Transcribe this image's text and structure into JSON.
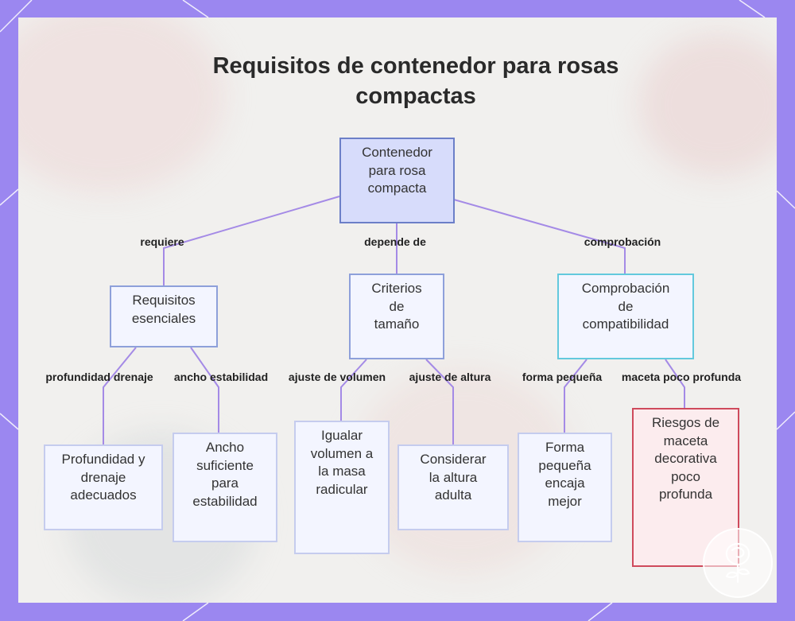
{
  "title": "Requisitos de contenedor para rosas compactas",
  "nodes": {
    "root": "Contenedor para rosa compacta",
    "req": "Requisitos esenciales",
    "crit": "Criterios de tamaño",
    "comp": "Comprobación de compatibilidad",
    "prof": "Profundidad y drenaje adecuados",
    "ancho": "Ancho suficiente para estabilidad",
    "igual": "Igualar volumen a la masa radicular",
    "alt": "Considerar la altura adulta",
    "forma": "Forma pequeña encaja mejor",
    "riesgo": "Riesgos de maceta decorativa poco profunda"
  },
  "edge_labels": {
    "requiere": "requiere",
    "depende": "depende de",
    "comprobacion": "comprobación",
    "prof": "profundidad drenaje",
    "ancho": "ancho estabilidad",
    "volumen": "ajuste de volumen",
    "altura": "ajuste de altura",
    "forma": "forma pequeña",
    "maceta": "maceta poco profunda"
  },
  "colors": {
    "frame": "#9b87f0",
    "edge": "#a48ae6",
    "root_fill": "#d7dcfb",
    "alert_border": "#cf4a5c"
  },
  "icons": [
    "rose-logo-icon"
  ]
}
